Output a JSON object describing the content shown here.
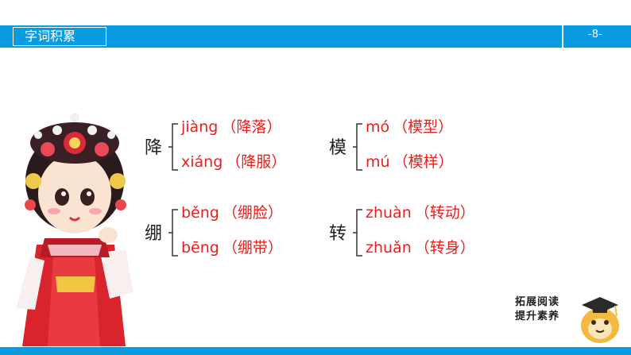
{
  "header": {
    "title": "字词积累",
    "page": "-8-"
  },
  "groups": [
    {
      "char": "降",
      "items": [
        {
          "pinyin": "jiàng",
          "word": "（降落）"
        },
        {
          "pinyin": "xiáng",
          "word": "（降服）"
        }
      ]
    },
    {
      "char": "模",
      "items": [
        {
          "pinyin": "mó",
          "word": "（模型）"
        },
        {
          "pinyin": "mú",
          "word": "（模样）"
        }
      ]
    },
    {
      "char": "绷",
      "items": [
        {
          "pinyin": "běng",
          "word": "（绷脸）"
        },
        {
          "pinyin": "bēng",
          "word": "（绷带）"
        }
      ]
    },
    {
      "char": "转",
      "items": [
        {
          "pinyin": "zhuàn",
          "word": "（转动）"
        },
        {
          "pinyin": "zhuǎn",
          "word": "（转身）"
        }
      ]
    }
  ],
  "badge": {
    "line1": "拓展阅读",
    "line2": "提升素养"
  },
  "colors": {
    "accent": "#0a9be0",
    "answer": "#e8201b"
  }
}
